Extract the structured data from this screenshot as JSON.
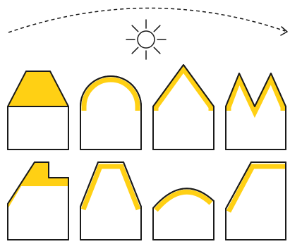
{
  "figure": {
    "icons": [
      "sun-icon",
      "sun-path-arrow"
    ],
    "colors": {
      "accent": "#FFD014",
      "outline": "#1a1a1a",
      "background": "#ffffff"
    },
    "roof_types": [
      "mansard",
      "rounded-arch",
      "gable",
      "double-gable",
      "stepped",
      "hip",
      "shallow-arch",
      "shed"
    ]
  }
}
